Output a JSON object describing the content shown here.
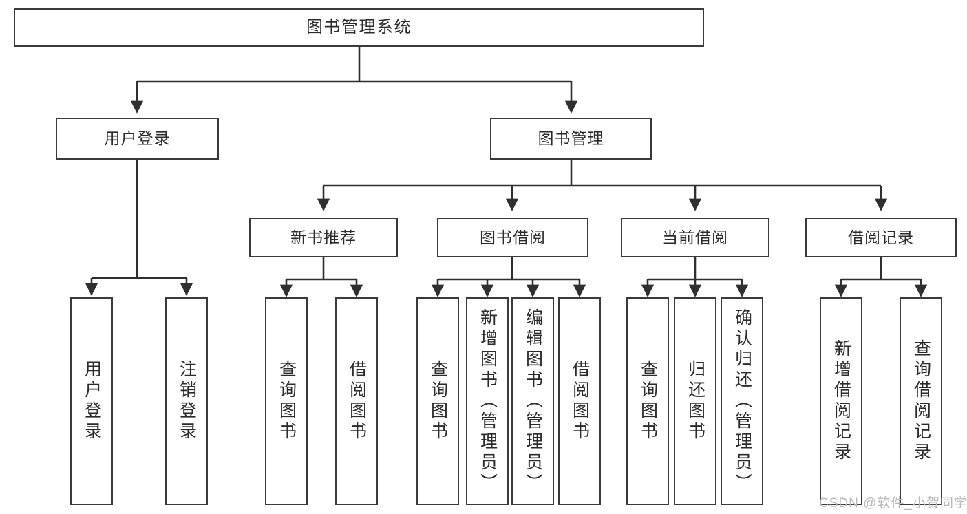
{
  "diagram": {
    "type": "hierarchy-tree",
    "title": "图书管理系统",
    "root": {
      "label": "图书管理系统"
    },
    "level2": [
      {
        "id": "user-login",
        "label": "用户登录"
      },
      {
        "id": "book-manage",
        "label": "图书管理"
      }
    ],
    "level3": [
      {
        "id": "new-book-recommend",
        "label": "新书推荐",
        "parent": "book-manage"
      },
      {
        "id": "book-borrow",
        "label": "图书借阅",
        "parent": "book-manage"
      },
      {
        "id": "current-borrow",
        "label": "当前借阅",
        "parent": "book-manage"
      },
      {
        "id": "borrow-record",
        "label": "借阅记录",
        "parent": "book-manage"
      }
    ],
    "leaves": [
      {
        "id": "leaf-user-login",
        "label": "用户登录",
        "parent": "user-login"
      },
      {
        "id": "leaf-logout",
        "label": "注销登录",
        "parent": "user-login"
      },
      {
        "id": "leaf-query-book-1",
        "label": "查询图书",
        "parent": "new-book-recommend"
      },
      {
        "id": "leaf-borrow-book-1",
        "label": "借阅图书",
        "parent": "new-book-recommend"
      },
      {
        "id": "leaf-query-book-2",
        "label": "查询图书",
        "parent": "book-borrow"
      },
      {
        "id": "leaf-add-book",
        "label": "新增图书（管理员）",
        "parent": "book-borrow"
      },
      {
        "id": "leaf-edit-book",
        "label": "编辑图书（管理员）",
        "parent": "book-borrow"
      },
      {
        "id": "leaf-borrow-book-2",
        "label": "借阅图书",
        "parent": "book-borrow"
      },
      {
        "id": "leaf-query-book-3",
        "label": "查询图书",
        "parent": "current-borrow"
      },
      {
        "id": "leaf-return-book",
        "label": "归还图书",
        "parent": "current-borrow"
      },
      {
        "id": "leaf-confirm-return",
        "label": "确认归还（管理员）",
        "parent": "current-borrow"
      },
      {
        "id": "leaf-add-record",
        "label": "新增借阅记录",
        "parent": "borrow-record"
      },
      {
        "id": "leaf-query-record",
        "label": "查询借阅记录",
        "parent": "borrow-record"
      }
    ],
    "colors": {
      "stroke": "#3a3a3a",
      "text": "#2b2b2b",
      "background": "#ffffff",
      "watermark": "#b9b9b9"
    }
  },
  "watermark": {
    "text": "CSDN @软件_小贺同学"
  }
}
